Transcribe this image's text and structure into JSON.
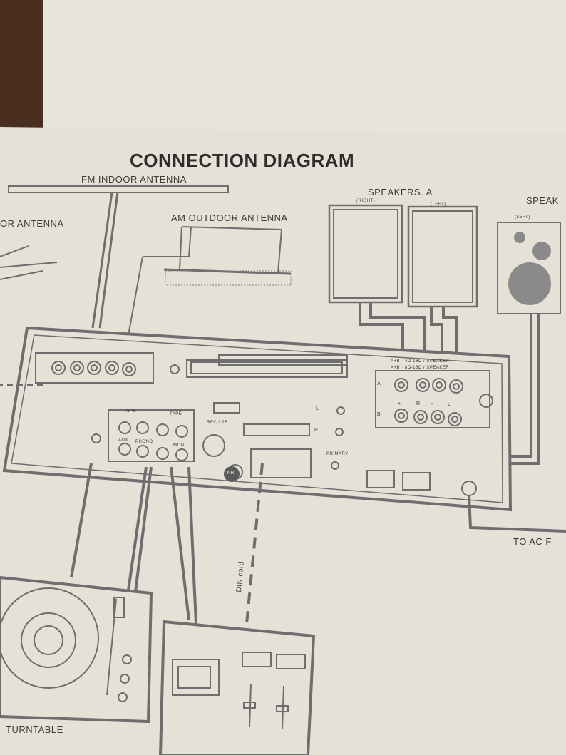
{
  "diagram": {
    "title": "CONNECTION DIAGRAM",
    "labels": {
      "fm_indoor_antenna": "FM INDOOR ANTENNA",
      "fm_outdoor_antenna": "OR ANTENNA",
      "am_outdoor_antenna": "AM OUTDOOR ANTENNA",
      "speakers_a": "SPEAKERS. A",
      "speakers_b": "SPEAK",
      "right": "(RIGHT)",
      "left": "(LEFT)",
      "left_b": "(LEFT)",
      "to_ac": "TO AC F",
      "turntable": "TURNTABLE",
      "din_cord": "DIN cord",
      "input": "INPUT",
      "tape": "TAPE",
      "rec_pb": "REC / PB",
      "aux": "AUX",
      "phono": "PHONO",
      "mon": "MON",
      "primary": "PRIMARY",
      "speaker_spec_1": "A+B · 4Ω-16Ω / SPEAKER",
      "speaker_spec_2": "A+B · 8Ω-16Ω / SPEAKER",
      "terminal_a": "A",
      "terminal_b": "B",
      "plus": "+",
      "minus": "−",
      "r_mark": "R",
      "l_mark": "L",
      "nr_badge": "NR"
    }
  },
  "colors": {
    "paper": "#e6e1d6",
    "line": "#6e6e6e",
    "dark": "#3a3a3a"
  }
}
